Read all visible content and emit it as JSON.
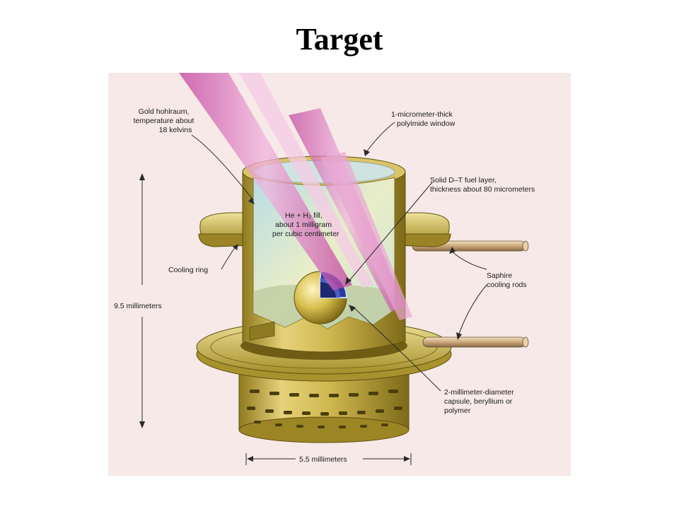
{
  "slide": {
    "title": "Target"
  },
  "labels": {
    "hohlraum": [
      "Gold hohlraum,",
      "temperature about",
      "18 kelvins"
    ],
    "window": [
      "1-micrometer-thick",
      "polyimide window"
    ],
    "fuel_layer": [
      "Solid D–T fuel layer,",
      "thickness about 80 micrometers"
    ],
    "fill": [
      "He + H₂ fill,",
      "about 1 milligram",
      "per cubic centimeter"
    ],
    "cooling_ring": "Cooling ring",
    "rods": [
      "Saphire",
      "cooling rods"
    ],
    "height": "9.5 millimeters",
    "capsule": [
      "2-millimeter-diameter",
      "capsule, beryllium or",
      "polymer"
    ],
    "width": "5.5 millimeters"
  },
  "colors": {
    "background": "#f6e9e7",
    "gold": "#c9b24a",
    "laser": "#c03a9c",
    "capsule_fuel": "#2b3a9a"
  }
}
